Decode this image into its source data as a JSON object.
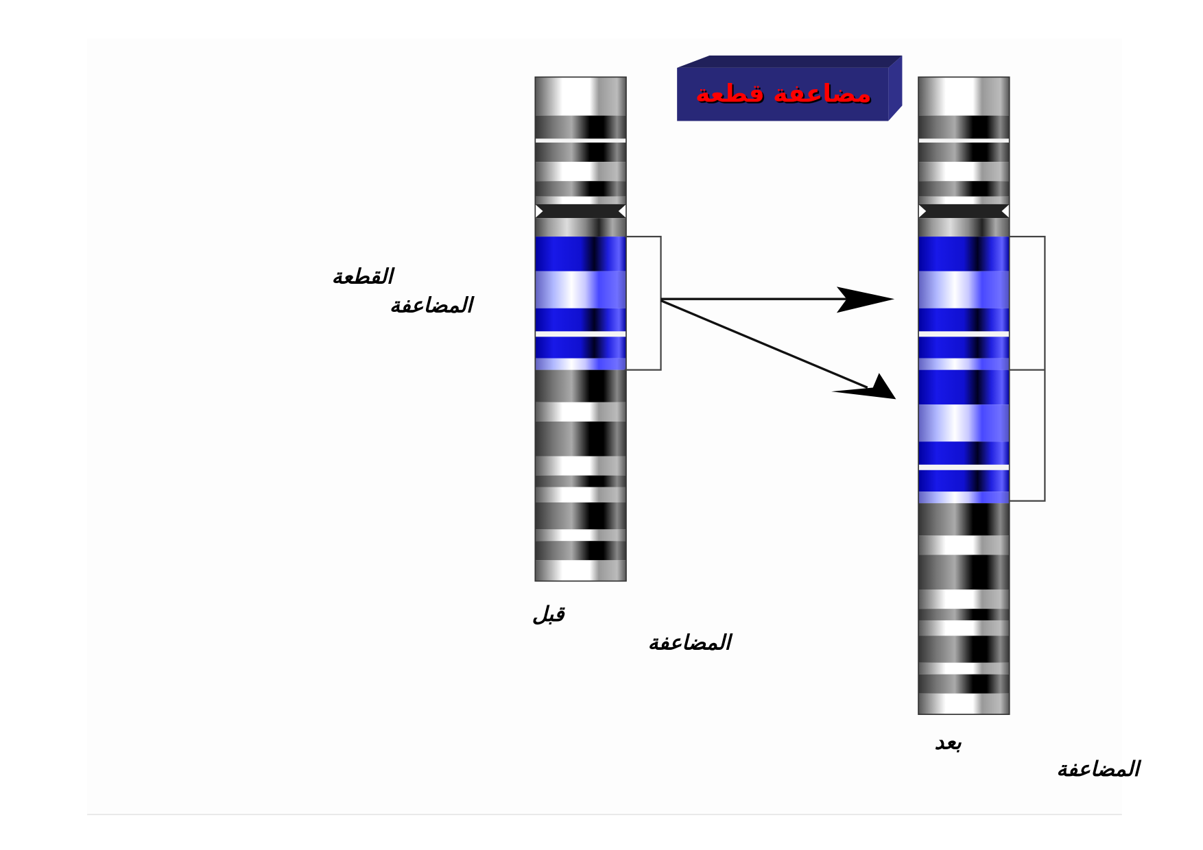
{
  "title": "مضاعفة قطعة",
  "labels": {
    "segment_line1": "القطعة",
    "segment_line2": "المضاعفة",
    "before_line1": "قبل",
    "before_line2": "المضاعفة",
    "after_line1": "بعد",
    "after_line2": "المضاعفة"
  },
  "colors": {
    "title_box": "#282878",
    "title_text": "#ff0000",
    "band_blue": "#1010e0"
  }
}
